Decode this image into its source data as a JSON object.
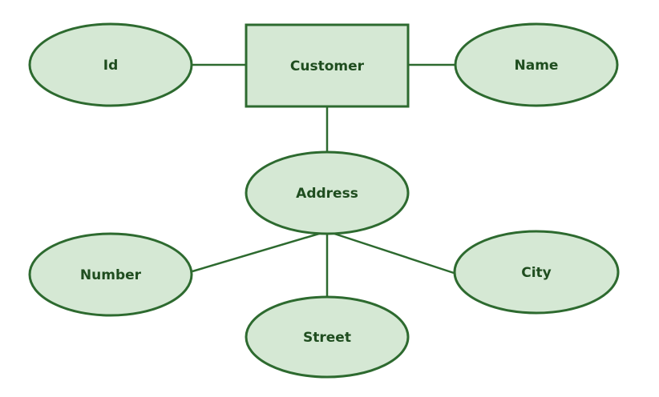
{
  "colors": {
    "shape_fill": "#d5e8d4",
    "shape_stroke": "#2d6a2f",
    "label_text": "#1f4d1f",
    "canvas_background": "#ffffff"
  },
  "entity": {
    "customer": {
      "label": "Customer"
    }
  },
  "attributes": {
    "id": {
      "label": "Id"
    },
    "name": {
      "label": "Name"
    },
    "address": {
      "label": "Address"
    },
    "number": {
      "label": "Number"
    },
    "street": {
      "label": "Street"
    },
    "city": {
      "label": "City"
    }
  },
  "connections": [
    {
      "from": "Id",
      "to": "Customer"
    },
    {
      "from": "Name",
      "to": "Customer"
    },
    {
      "from": "Address",
      "to": "Customer"
    },
    {
      "from": "Number",
      "to": "Address"
    },
    {
      "from": "Street",
      "to": "Address"
    },
    {
      "from": "City",
      "to": "Address"
    }
  ]
}
